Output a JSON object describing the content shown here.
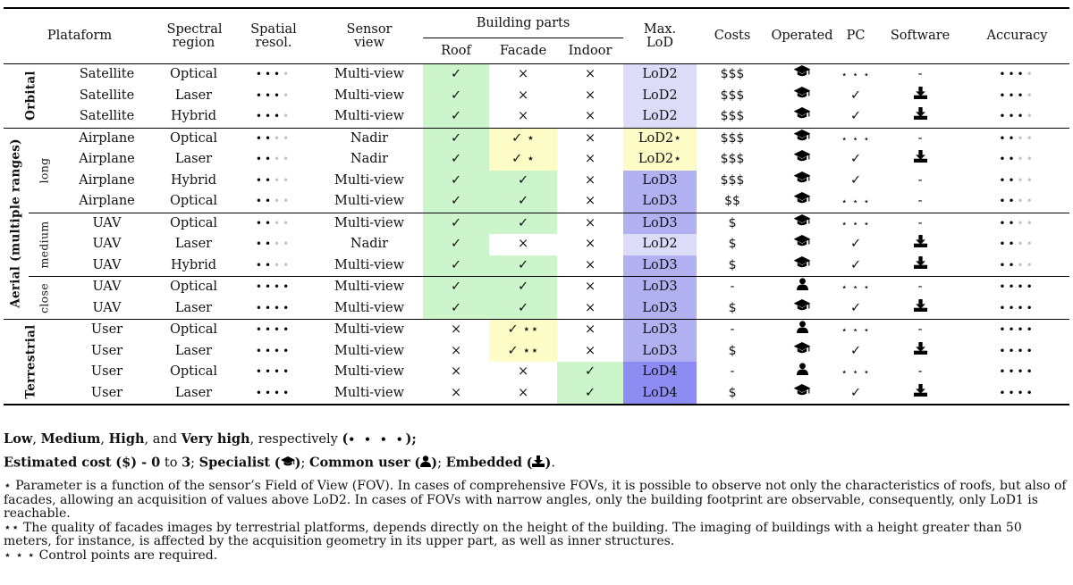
{
  "header": {
    "platform": "Plataform",
    "spectral": "Spectral region",
    "spatial": "Spatial resol.",
    "sensor": "Sensor view",
    "building_parts": "Building parts",
    "roof": "Roof",
    "facade": "Facade",
    "indoor": "Indoor",
    "maxlod": "Max. LoD",
    "costs": "Costs",
    "operated": "Operated",
    "pc": "PC",
    "software": "Software",
    "accuracy": "Accuracy"
  },
  "groups": {
    "orbital": "Orbital",
    "aerial": "Aerial (multiple ranges)",
    "long": "long",
    "medium": "medium",
    "close": "close",
    "terrestrial": "Terrestrial"
  },
  "symbols": {
    "check": "✓",
    "cross": "×",
    "dash": "-",
    "star": "⋆"
  },
  "rows": [
    {
      "platform": "Satellite",
      "spectral": "Optical",
      "spatial": 3,
      "view": "Multi-view",
      "roof": "✓",
      "roof_bg": "green",
      "facade": "×",
      "facade_bg": "",
      "indoor": "×",
      "indoor_bg": "",
      "lod": "LoD2",
      "lod_bg": "l1",
      "cost": "$$$",
      "operated": "specialist",
      "pc": "⋆ ⋆ ⋆",
      "software": "-",
      "accuracy": 3
    },
    {
      "platform": "Satellite",
      "spectral": "Laser",
      "spatial": 3,
      "view": "Multi-view",
      "roof": "✓",
      "roof_bg": "green",
      "facade": "×",
      "facade_bg": "",
      "indoor": "×",
      "indoor_bg": "",
      "lod": "LoD2",
      "lod_bg": "l1",
      "cost": "$$$",
      "operated": "specialist",
      "pc": "✓",
      "software": "embedded",
      "accuracy": 3
    },
    {
      "platform": "Satellite",
      "spectral": "Hybrid",
      "spatial": 3,
      "view": "Multi-view",
      "roof": "✓",
      "roof_bg": "green",
      "facade": "×",
      "facade_bg": "",
      "indoor": "×",
      "indoor_bg": "",
      "lod": "LoD2",
      "lod_bg": "l1",
      "cost": "$$$",
      "operated": "specialist",
      "pc": "✓",
      "software": "embedded",
      "accuracy": 3
    },
    {
      "platform": "Airplane",
      "spectral": "Optical",
      "spatial": 2,
      "view": "Nadir",
      "roof": "✓",
      "roof_bg": "green",
      "facade": "✓ ⋆",
      "facade_bg": "yellow",
      "indoor": "×",
      "indoor_bg": "",
      "lod": "LoD2⋆",
      "lod_bg": "y",
      "cost": "$$$",
      "operated": "specialist",
      "pc": "⋆ ⋆ ⋆",
      "software": "-",
      "accuracy": 2
    },
    {
      "platform": "Airplane",
      "spectral": "Laser",
      "spatial": 2,
      "view": "Nadir",
      "roof": "✓",
      "roof_bg": "green",
      "facade": "✓ ⋆",
      "facade_bg": "yellow",
      "indoor": "×",
      "indoor_bg": "",
      "lod": "LoD2⋆",
      "lod_bg": "y",
      "cost": "$$$",
      "operated": "specialist",
      "pc": "✓",
      "software": "embedded",
      "accuracy": 2
    },
    {
      "platform": "Airplane",
      "spectral": "Hybrid",
      "spatial": 2,
      "view": "Multi-view",
      "roof": "✓",
      "roof_bg": "green",
      "facade": "✓",
      "facade_bg": "green",
      "indoor": "×",
      "indoor_bg": "",
      "lod": "LoD3",
      "lod_bg": "l2",
      "cost": "$$$",
      "operated": "specialist",
      "pc": "✓",
      "software": "-",
      "accuracy": 2
    },
    {
      "platform": "Airplane",
      "spectral": "Optical",
      "spatial": 2,
      "view": "Multi-view",
      "roof": "✓",
      "roof_bg": "green",
      "facade": "✓",
      "facade_bg": "green",
      "indoor": "×",
      "indoor_bg": "",
      "lod": "LoD3",
      "lod_bg": "l2",
      "cost": "$$",
      "operated": "specialist",
      "pc": "⋆ ⋆ ⋆",
      "software": "-",
      "accuracy": 2
    },
    {
      "platform": "UAV",
      "spectral": "Optical",
      "spatial": 2,
      "view": "Multi-view",
      "roof": "✓",
      "roof_bg": "green",
      "facade": "✓",
      "facade_bg": "green",
      "indoor": "×",
      "indoor_bg": "",
      "lod": "LoD3",
      "lod_bg": "l2",
      "cost": "$",
      "operated": "specialist",
      "pc": "⋆ ⋆ ⋆",
      "software": "-",
      "accuracy": 2
    },
    {
      "platform": "UAV",
      "spectral": "Laser",
      "spatial": 2,
      "view": "Nadir",
      "roof": "✓",
      "roof_bg": "green",
      "facade": "×",
      "facade_bg": "",
      "indoor": "×",
      "indoor_bg": "",
      "lod": "LoD2",
      "lod_bg": "l1",
      "cost": "$",
      "operated": "specialist",
      "pc": "✓",
      "software": "embedded",
      "accuracy": 2
    },
    {
      "platform": "UAV",
      "spectral": "Hybrid",
      "spatial": 2,
      "view": "Multi-view",
      "roof": "✓",
      "roof_bg": "green",
      "facade": "✓",
      "facade_bg": "green",
      "indoor": "×",
      "indoor_bg": "",
      "lod": "LoD3",
      "lod_bg": "l2",
      "cost": "$",
      "operated": "specialist",
      "pc": "✓",
      "software": "embedded",
      "accuracy": 2
    },
    {
      "platform": "UAV",
      "spectral": "Optical",
      "spatial": 4,
      "view": "Multi-view",
      "roof": "✓",
      "roof_bg": "green",
      "facade": "✓",
      "facade_bg": "green",
      "indoor": "×",
      "indoor_bg": "",
      "lod": "LoD3",
      "lod_bg": "l2",
      "cost": "-",
      "operated": "common",
      "pc": "⋆ ⋆ ⋆",
      "software": "-",
      "accuracy": 4
    },
    {
      "platform": "UAV",
      "spectral": "Laser",
      "spatial": 4,
      "view": "Multi-view",
      "roof": "✓",
      "roof_bg": "green",
      "facade": "✓",
      "facade_bg": "green",
      "indoor": "×",
      "indoor_bg": "",
      "lod": "LoD3",
      "lod_bg": "l2",
      "cost": "$",
      "operated": "specialist",
      "pc": "✓",
      "software": "embedded",
      "accuracy": 4
    },
    {
      "platform": "User",
      "spectral": "Optical",
      "spatial": 4,
      "view": "Multi-view",
      "roof": "×",
      "roof_bg": "",
      "facade": "✓ ⋆⋆",
      "facade_bg": "yellow",
      "indoor": "×",
      "indoor_bg": "",
      "lod": "LoD3",
      "lod_bg": "l2",
      "cost": "-",
      "operated": "common",
      "pc": "⋆ ⋆ ⋆",
      "software": "-",
      "accuracy": 4
    },
    {
      "platform": "User",
      "spectral": "Laser",
      "spatial": 4,
      "view": "Multi-view",
      "roof": "×",
      "roof_bg": "",
      "facade": "✓ ⋆⋆",
      "facade_bg": "yellow",
      "indoor": "×",
      "indoor_bg": "",
      "lod": "LoD3",
      "lod_bg": "l2",
      "cost": "$",
      "operated": "specialist",
      "pc": "✓",
      "software": "embedded",
      "accuracy": 4
    },
    {
      "platform": "User",
      "spectral": "Optical",
      "spatial": 4,
      "view": "Multi-view",
      "roof": "×",
      "roof_bg": "",
      "facade": "×",
      "facade_bg": "",
      "indoor": "✓",
      "indoor_bg": "green",
      "lod": "LoD4",
      "lod_bg": "l3",
      "cost": "-",
      "operated": "common",
      "pc": "⋆ ⋆ ⋆",
      "software": "-",
      "accuracy": 4
    },
    {
      "platform": "User",
      "spectral": "Laser",
      "spatial": 4,
      "view": "Multi-view",
      "roof": "×",
      "roof_bg": "",
      "facade": "×",
      "facade_bg": "",
      "indoor": "✓",
      "indoor_bg": "green",
      "lod": "LoD4",
      "lod_bg": "l3",
      "cost": "$",
      "operated": "specialist",
      "pc": "✓",
      "software": "embedded",
      "accuracy": 4
    }
  ],
  "notes": {
    "legend1_low": "Low",
    "legend1_medium": "Medium",
    "legend1_high": "High",
    "legend1_and": ", and ",
    "legend1_veryhigh": "Very high",
    "legend1_resp": ", respectively",
    "legend1_sym_open": "(",
    "legend1_dots": "• • • •",
    "legend1_sym_close": ");",
    "legend2_cost": "Estimated cost",
    "legend2_costsym": "($)",
    "legend2_range": " - 0",
    "legend2_to": " to ",
    "legend2_three": "3",
    "legend2_spec": "Specialist",
    "legend2_common": "Common user",
    "legend2_embedded": "Embedded",
    "sep1": ";",
    "sep2": ".",
    "fn1": "⋆ Parameter is a function of the sensor’s Field of View (FOV). In cases of comprehensive FOVs, it is possible to observe not only the characteristics of roofs, but also of facades, allowing an acquisition of values above LoD2. In cases of FOVs with narrow angles, only the building footprint are observable, consequently, only LoD1 is reachable.",
    "fn2": "⋆⋆ The quality of facades images by terrestrial platforms, depends directly on the height of the building. The imaging of buildings with a height greater than 50 meters, for instance, is affected by the acquisition geometry in its upper part, as well as inner structures.",
    "fn3": "⋆ ⋆ ⋆ Control points are required."
  }
}
